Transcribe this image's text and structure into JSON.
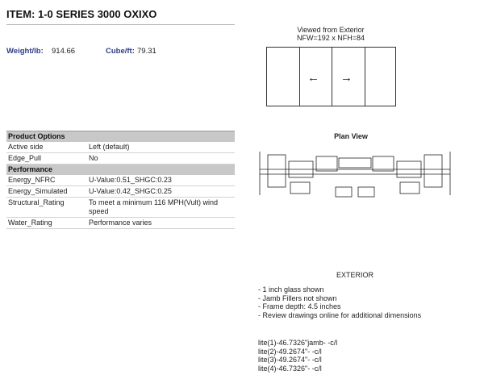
{
  "item_title": "ITEM: 1-0 SERIES 3000 OXIXO",
  "weight": {
    "label": "Weight/lb:",
    "value": "914.66"
  },
  "cube": {
    "label": "Cube/ft:",
    "value": "79.31"
  },
  "sections": [
    {
      "title": "Product Options",
      "rows": [
        {
          "k": "Active side",
          "v": "Left (default)"
        },
        {
          "k": "Edge_Pull",
          "v": "No"
        }
      ]
    },
    {
      "title": "Performance",
      "rows": [
        {
          "k": "Energy_NFRC",
          "v": "U-Value:0.51_SHGC:0.23"
        },
        {
          "k": "Energy_Simulated",
          "v": "U-Value:0.42_SHGC:0.25"
        },
        {
          "k": "Structural_Rating",
          "v": "To meet a minimum 116 MPH(Vult) wind speed"
        },
        {
          "k": "Water_Rating",
          "v": "Performance varies"
        }
      ]
    }
  ],
  "elevation": {
    "viewed_from": "Viewed from Exterior",
    "dims": "NFW=192 x  NFH=84",
    "left_arrow": "←",
    "right_arrow": "→"
  },
  "plan_view_title": "Plan View",
  "exterior_label": "EXTERIOR",
  "notes": [
    "- 1 inch glass shown",
    "- Jamb Fillers not shown",
    "- Frame depth: 4.5 inches",
    "- Review drawings online for additional dimensions"
  ],
  "lites": [
    "lite(1)-46.7326\"jamb- -c/l",
    "lite(2)-49.2674\"- -c/l",
    "lite(3)-49.2674\"- -c/l",
    "lite(4)-46.7326\"- -c/l"
  ]
}
